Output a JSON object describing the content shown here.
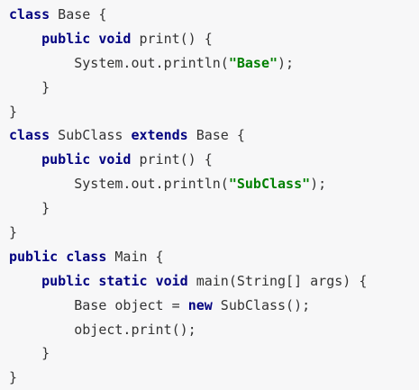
{
  "code": {
    "lines": [
      [
        {
          "t": "kw",
          "v": "class"
        },
        {
          "t": "plain",
          "v": " Base {"
        }
      ],
      [
        {
          "t": "plain",
          "v": "    "
        },
        {
          "t": "kw",
          "v": "public"
        },
        {
          "t": "plain",
          "v": " "
        },
        {
          "t": "kw",
          "v": "void"
        },
        {
          "t": "plain",
          "v": " print() {"
        }
      ],
      [
        {
          "t": "plain",
          "v": "        System.out.println("
        },
        {
          "t": "str",
          "v": "\"Base\""
        },
        {
          "t": "plain",
          "v": ");"
        }
      ],
      [
        {
          "t": "plain",
          "v": "    }"
        }
      ],
      [
        {
          "t": "plain",
          "v": "}"
        }
      ],
      [
        {
          "t": "kw",
          "v": "class"
        },
        {
          "t": "plain",
          "v": " SubClass "
        },
        {
          "t": "kw",
          "v": "extends"
        },
        {
          "t": "plain",
          "v": " Base {"
        }
      ],
      [
        {
          "t": "plain",
          "v": "    "
        },
        {
          "t": "kw",
          "v": "public"
        },
        {
          "t": "plain",
          "v": " "
        },
        {
          "t": "kw",
          "v": "void"
        },
        {
          "t": "plain",
          "v": " print() {"
        }
      ],
      [
        {
          "t": "plain",
          "v": "        System.out.println("
        },
        {
          "t": "str",
          "v": "\"SubClass\""
        },
        {
          "t": "plain",
          "v": ");"
        }
      ],
      [
        {
          "t": "plain",
          "v": "    }"
        }
      ],
      [
        {
          "t": "plain",
          "v": "}"
        }
      ],
      [
        {
          "t": "kw",
          "v": "public"
        },
        {
          "t": "plain",
          "v": " "
        },
        {
          "t": "kw",
          "v": "class"
        },
        {
          "t": "plain",
          "v": " Main {"
        }
      ],
      [
        {
          "t": "plain",
          "v": "    "
        },
        {
          "t": "kw",
          "v": "public"
        },
        {
          "t": "plain",
          "v": " "
        },
        {
          "t": "kw",
          "v": "static"
        },
        {
          "t": "plain",
          "v": " "
        },
        {
          "t": "kw",
          "v": "void"
        },
        {
          "t": "plain",
          "v": " main(String[] args) {"
        }
      ],
      [
        {
          "t": "plain",
          "v": "        Base object = "
        },
        {
          "t": "kw",
          "v": "new"
        },
        {
          "t": "plain",
          "v": " SubClass();"
        }
      ],
      [
        {
          "t": "plain",
          "v": "        object.print();"
        }
      ],
      [
        {
          "t": "plain",
          "v": "    }"
        }
      ],
      [
        {
          "t": "plain",
          "v": "}"
        }
      ]
    ]
  },
  "theme": {
    "background": "#f7f7f8",
    "keyword": "#000080",
    "string": "#008000",
    "text": "#333333"
  }
}
